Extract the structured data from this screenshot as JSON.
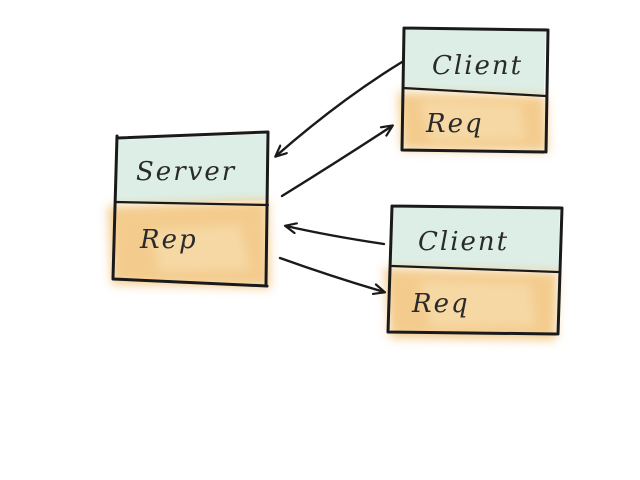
{
  "nodes": {
    "server": {
      "top_label": "Server",
      "bottom_label": "Rep"
    },
    "client_top": {
      "top_label": "Client",
      "bottom_label": "Req"
    },
    "client_bottom": {
      "top_label": "Client",
      "bottom_label": "Req"
    }
  },
  "colors": {
    "top_fill": "#dceee6",
    "bottom_fill": "#f3c987",
    "bottom_fill_light": "#f7dcaa",
    "ink": "#1a1a1a"
  }
}
